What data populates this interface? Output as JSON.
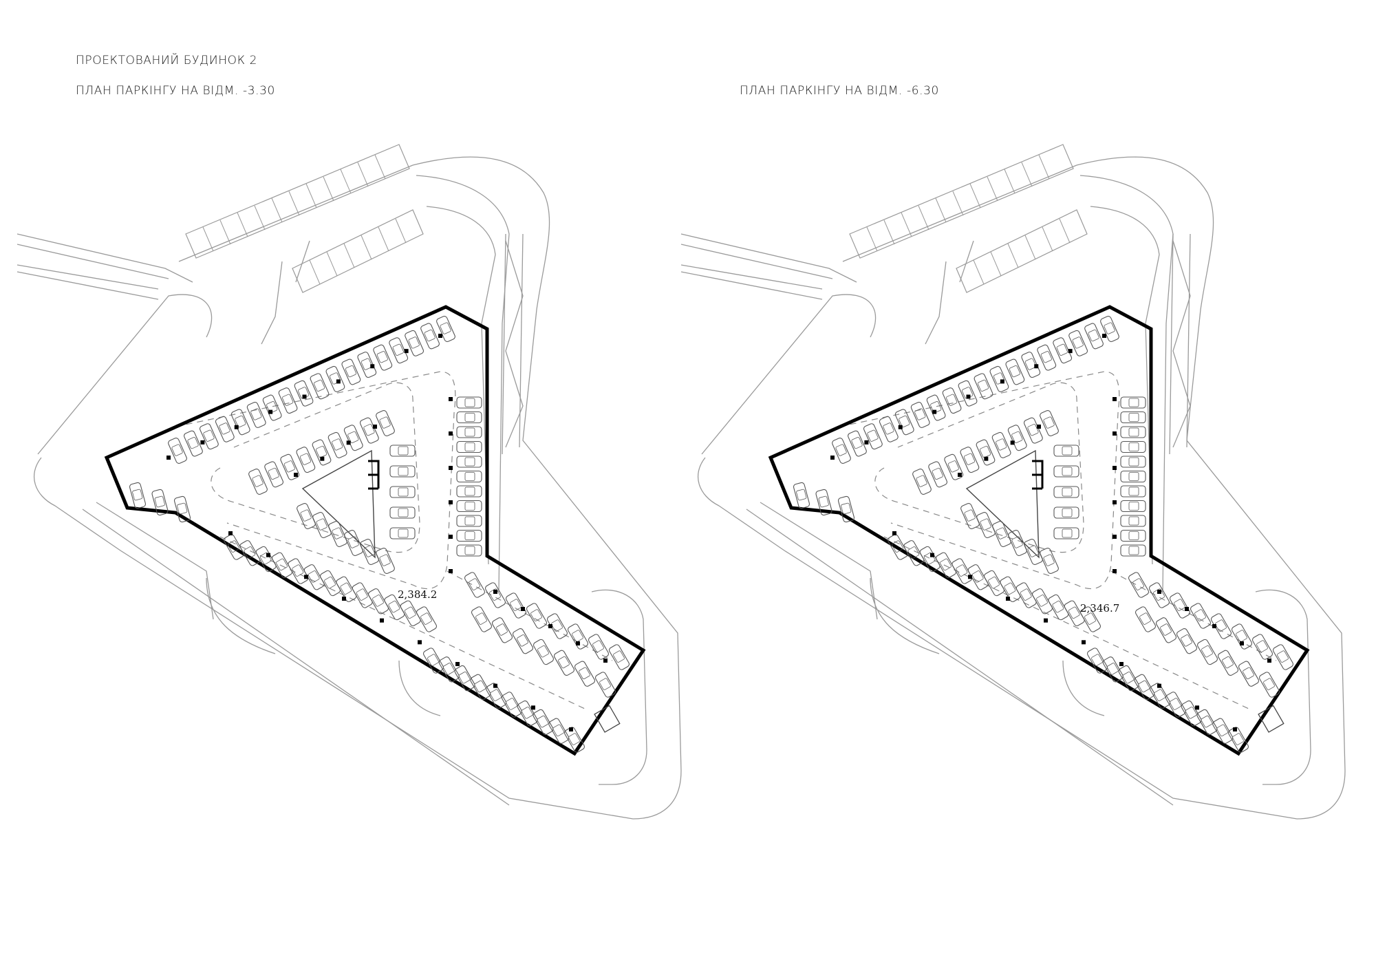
{
  "titles": {
    "project": "ПРОЕКТОВАНИЙ БУДИНОК 2",
    "plan_left": "ПЛАН ПАРКІНГУ НА ВІДМ. -3.30",
    "plan_right": "ПЛАН ПАРКІНГУ НА ВІДМ. -6.30"
  },
  "areas": {
    "left": "2,384.2",
    "right": "2,346.7"
  },
  "colors": {
    "wall": "#000000",
    "context": "#9a9a9a",
    "car": "#555555",
    "column": "#000000",
    "drive_line": "#888888"
  }
}
